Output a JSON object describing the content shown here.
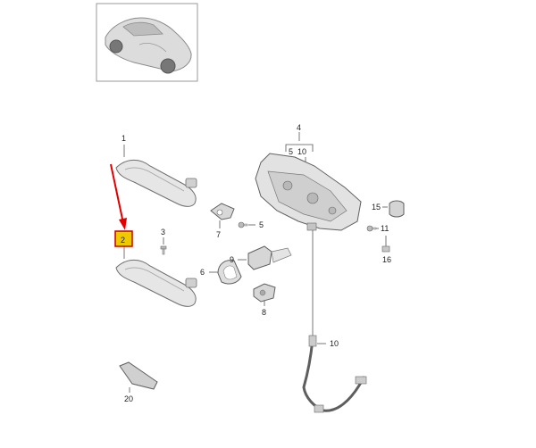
{
  "diagram": {
    "callouts": {
      "p1": "1",
      "p2": "2",
      "p3": "3",
      "p4": "4",
      "p5a": "5",
      "p10a": "10",
      "p5": "5",
      "p6": "6",
      "p7": "7",
      "p8": "8",
      "p9": "9",
      "p10": "10",
      "p11": "11",
      "p15": "15",
      "p16": "16",
      "p20": "20"
    },
    "highlight": {
      "part": "2",
      "box_color": "#f0c800",
      "box_stroke": "#c00000",
      "arrow_color": "#e00000"
    }
  }
}
